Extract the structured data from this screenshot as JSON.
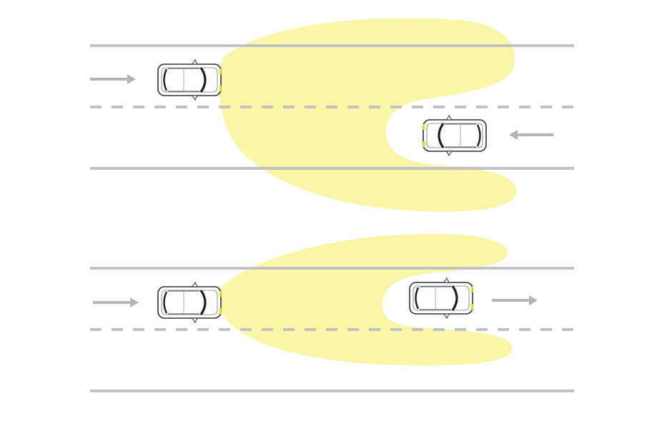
{
  "colors": {
    "background": "#ffffff",
    "road_line": "#c2c2c2",
    "arrow": "#b5b5b5",
    "beam": "#fbf5a8",
    "car_body": "#ffffff",
    "car_outline": "#333333",
    "car_glass": "#1e1e1e",
    "headlight": "#f2e030"
  },
  "scenes": [
    {
      "name": "oncoming-traffic",
      "own_car": {
        "direction": "right",
        "icon": "car-top-view-icon"
      },
      "other_car": {
        "direction": "left",
        "icon": "car-top-view-icon"
      },
      "beam": "high-beam-shaded-around-oncoming-car"
    },
    {
      "name": "preceding-traffic",
      "own_car": {
        "direction": "right",
        "icon": "car-top-view-icon"
      },
      "other_car": {
        "direction": "right",
        "icon": "car-top-view-icon"
      },
      "beam": "high-beam-shaded-around-preceding-car"
    }
  ]
}
